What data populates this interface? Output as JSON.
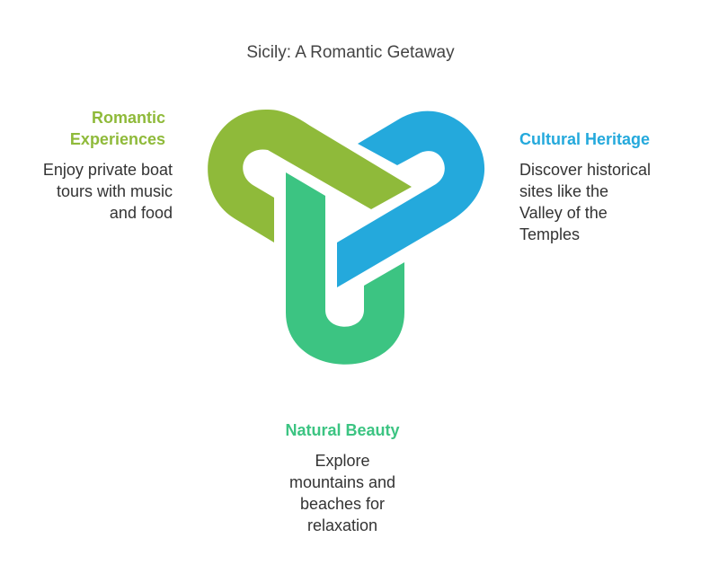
{
  "title": "Sicily: A Romantic Getaway",
  "colors": {
    "romantic": "#8fba3a",
    "cultural": "#24a9dc",
    "natural": "#3cc482",
    "text": "#333333",
    "title": "#444444"
  },
  "sections": {
    "romantic": {
      "heading_line1": "Romantic",
      "heading_line2": "Experiences",
      "desc_line1": "Enjoy private boat",
      "desc_line2": "tours with music",
      "desc_line3": "and food"
    },
    "cultural": {
      "heading": "Cultural Heritage",
      "desc_line1": "Discover historical",
      "desc_line2": "sites like the",
      "desc_line3": "Valley of the",
      "desc_line4": "Temples"
    },
    "natural": {
      "heading": "Natural Beauty",
      "desc_line1": "Explore",
      "desc_line2": "mountains and",
      "desc_line3": "beaches for",
      "desc_line4": "relaxation"
    }
  }
}
